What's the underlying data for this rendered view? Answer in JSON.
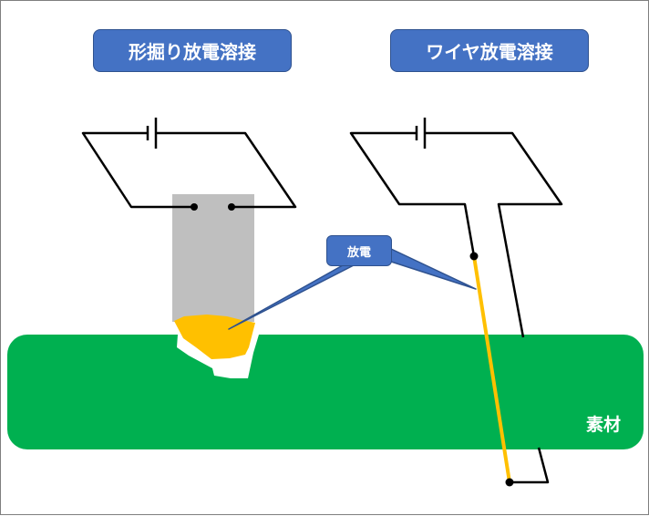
{
  "titles": {
    "left": "形掘り放電溶接",
    "right": "ワイヤ放電溶接"
  },
  "callout": {
    "label": "放電"
  },
  "material": {
    "label": "素材"
  },
  "colors": {
    "title_fill": "#4472c4",
    "title_border": "#2f528f",
    "material": "#00b050",
    "electrode": "#bfbfbf",
    "discharge": "#ffc000",
    "wire": "#ffc000",
    "circuit": "#000000"
  }
}
